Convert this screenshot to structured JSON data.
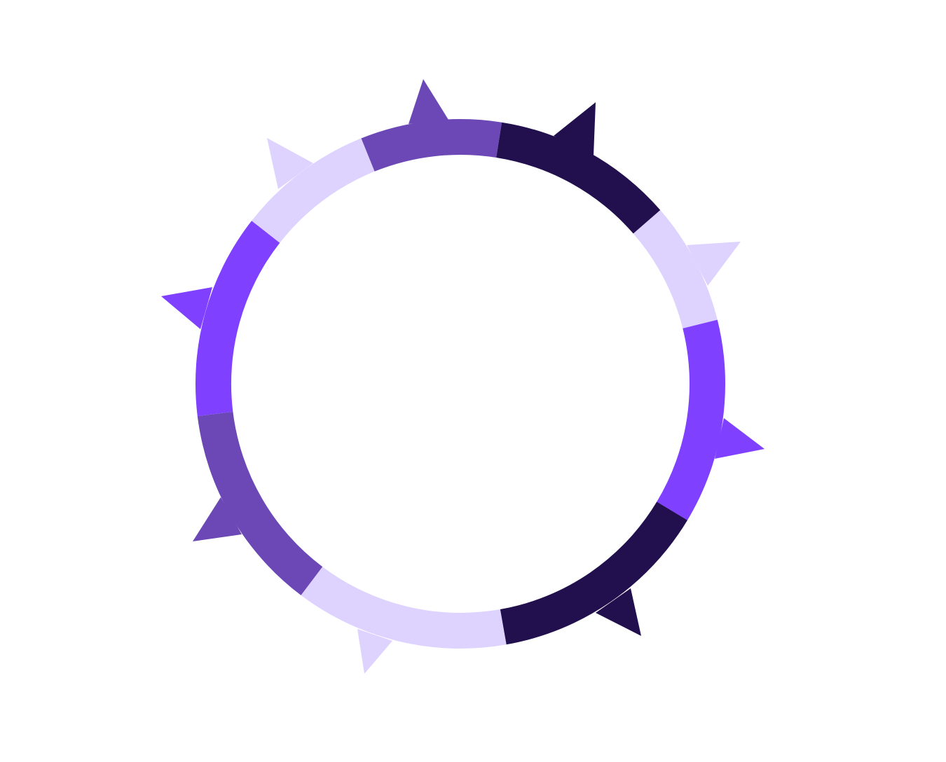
{
  "diagram": {
    "type": "segmented-ring-with-arrowheads",
    "ring": {
      "segments": [
        {
          "name": "segment-top",
          "color": "#6b48b5"
        },
        {
          "name": "segment-upper-right",
          "color": "#220f4d"
        },
        {
          "name": "segment-right-upper",
          "color": "#ded2ff"
        },
        {
          "name": "segment-right-lower",
          "color": "#7f40ff"
        },
        {
          "name": "segment-lower-right",
          "color": "#220f4d"
        },
        {
          "name": "segment-bottom",
          "color": "#ded2ff"
        },
        {
          "name": "segment-lower-left",
          "color": "#6b48b5"
        },
        {
          "name": "segment-left",
          "color": "#7f40ff"
        },
        {
          "name": "segment-upper-left",
          "color": "#ded2ff"
        }
      ]
    },
    "background_color": "#ffffff"
  }
}
